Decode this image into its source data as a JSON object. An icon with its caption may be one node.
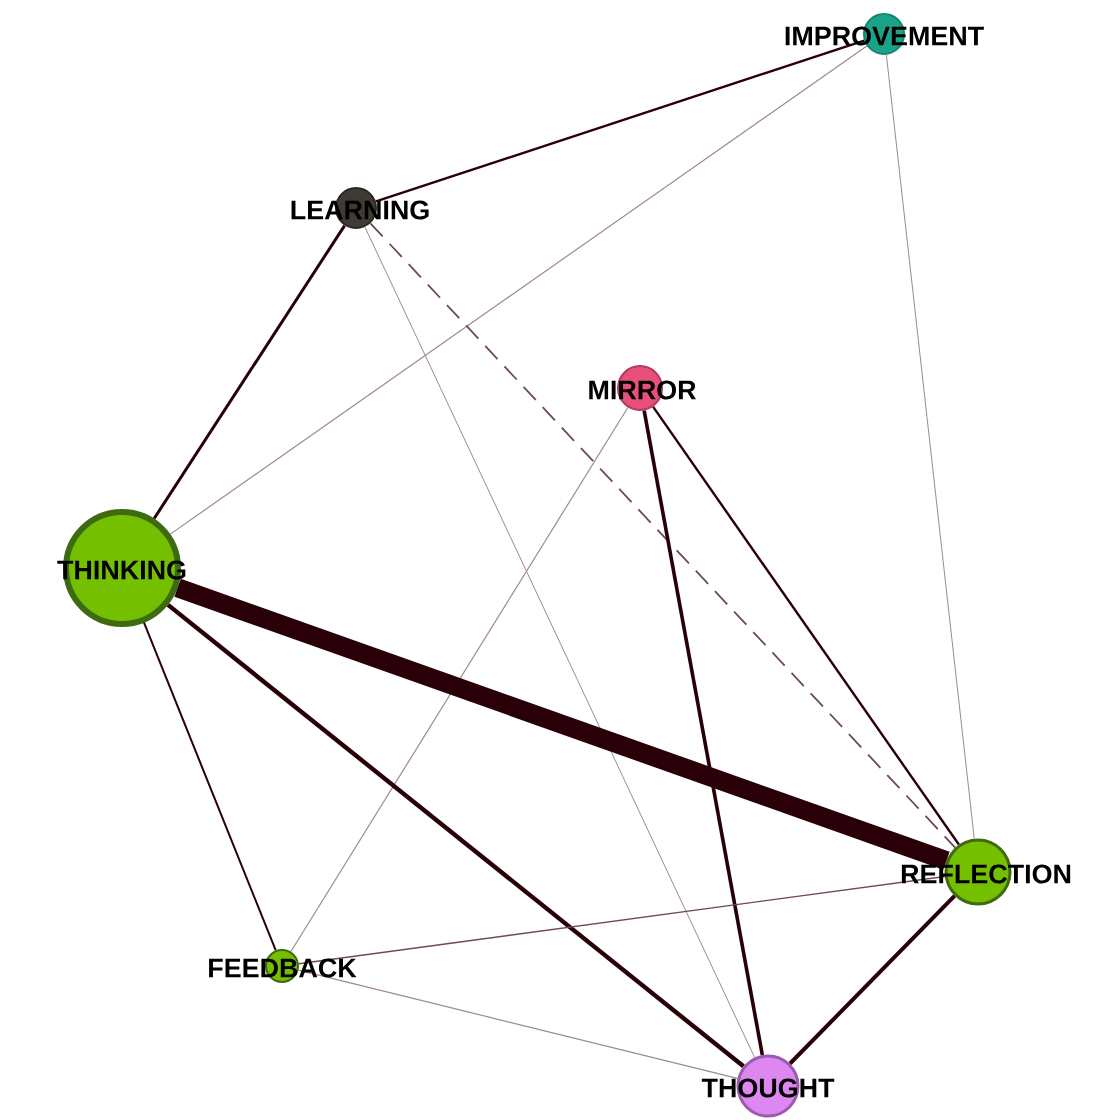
{
  "diagram": {
    "nodes": [
      {
        "text": [
          "IMPROVEMENT"
        ]
      },
      {
        "text": [
          "LEARNING"
        ]
      },
      {
        "text": [
          "MIRROR"
        ]
      },
      {
        "text": [
          "THINKING"
        ]
      },
      {
        "text": [
          "REFLECTION"
        ]
      },
      {
        "text": [
          "FEEDBACK"
        ]
      },
      {
        "text": [
          "THOUGHT"
        ]
      }
    ],
    "edges": [
      {
        "from": 0,
        "to": 1,
        "arrow": "none"
      },
      {
        "from": 0,
        "to": 3,
        "arrow": "none",
        "color": "#a08890"
      },
      {
        "from": 0,
        "to": 4,
        "arrow": "none",
        "color": "#a08890"
      },
      {
        "from": 1,
        "to": 3,
        "arrow": "none"
      },
      {
        "from": 1,
        "to": 6,
        "arrow": "none",
        "color": "#a08890"
      },
      {
        "from": 1,
        "to": 4,
        "arrow": "none",
        "style": "dashed",
        "color": "#6e4a52"
      },
      {
        "from": 2,
        "to": 5,
        "arrow": "none",
        "color": "#a08890"
      },
      {
        "from": 2,
        "to": 6,
        "arrow": "none"
      },
      {
        "from": 2,
        "to": 4,
        "arrow": "none"
      },
      {
        "from": 3,
        "to": 4,
        "arrow": "none",
        "style": "thick"
      },
      {
        "from": 3,
        "to": 5,
        "arrow": "none"
      },
      {
        "from": 3,
        "to": 6,
        "arrow": "none"
      },
      {
        "from": 5,
        "to": 4,
        "arrow": "none",
        "color": "#6e4a52"
      },
      {
        "from": 5,
        "to": 6,
        "arrow": "none",
        "color": "#a08890"
      },
      {
        "from": 4,
        "to": 6,
        "arrow": "none"
      }
    ]
  }
}
